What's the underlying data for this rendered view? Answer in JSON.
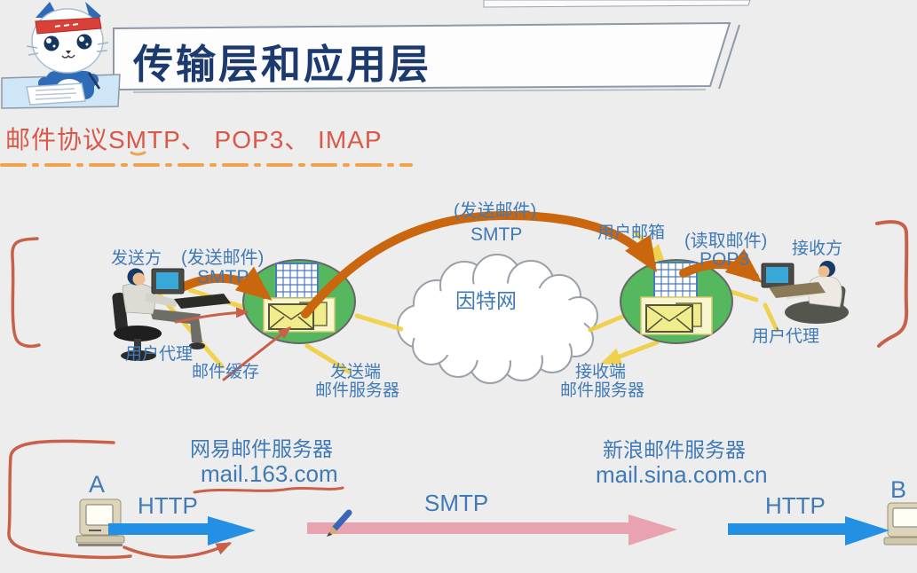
{
  "header": {
    "title": "传输层和应用层",
    "subtitle": "邮件协议SMTP、 POP3、 IMAP"
  },
  "diagram": {
    "sender_label": "发送方",
    "send_mail_paren": "(发送邮件)",
    "smtp_small": "SMTP",
    "user_agent_left": "用户代理",
    "mail_cache": "邮件缓存",
    "send_server_l1": "发送端",
    "send_server_l2": "邮件服务器",
    "send_mail_top": "(发送邮件)",
    "smtp_top": "SMTP",
    "internet": "因特网",
    "user_mailbox": "用户邮箱",
    "read_mail": "(读取邮件)",
    "pop3": "POP3",
    "receiver_label": "接收方",
    "user_agent_right": "用户代理",
    "recv_server_l1": "接收端",
    "recv_server_l2": "邮件服务器"
  },
  "bottom": {
    "netease_name": "网易邮件服务器",
    "netease_domain": "mail.163.com",
    "sina_name": "新浪邮件服务器",
    "sina_domain": "mail.sina.com.cn",
    "host_a": "A",
    "host_b": "B",
    "http_left": "HTTP",
    "smtp_mid": "SMTP",
    "http_right": "HTTP"
  },
  "icons": {
    "cat-mascot-icon": "writing cat mascot",
    "cloud-icon": "internet cloud",
    "mail-grid-icon": "mailbox queue grid",
    "envelope-icon": "mail envelope",
    "computer-icon": "desktop computer",
    "pencil-icon": "pencil cursor",
    "person-at-computer-icon": "user at workstation",
    "hand-bracket-icon": "hand drawn red bracket"
  },
  "colors": {
    "background": "#ededed",
    "title_navy": "#1d3a6e",
    "label_blue": "#3f7ab6",
    "subtitle_red": "#d95848",
    "annotation_red": "#c8604a",
    "orange_arrow": "#c9660e",
    "dash_orange": "#f0a24e",
    "server_green": "#55b85e",
    "yellow_line": "#f1cf3e",
    "envelope_yellow": "#f1ec8c",
    "blue_arrow": "#2490e4",
    "pink_arrow": "#e9a3b0",
    "mascot_blue": "#2e6cb8",
    "headband_red": "#d84038"
  }
}
